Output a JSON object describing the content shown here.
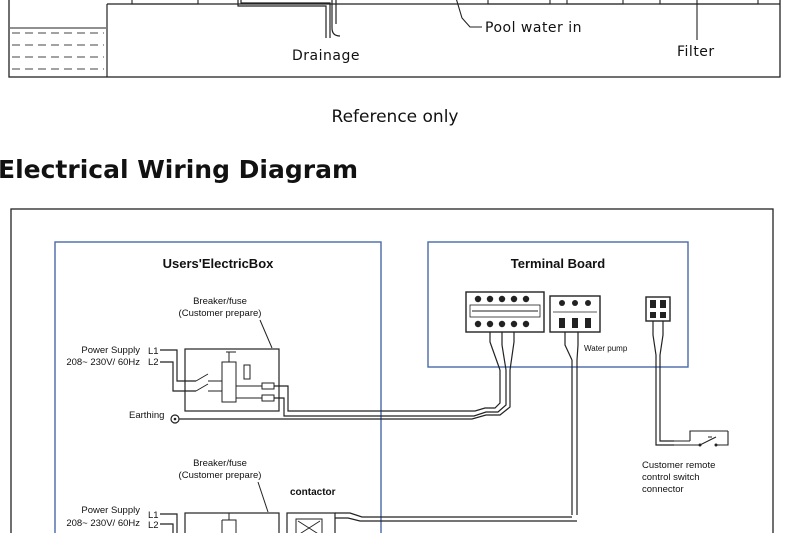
{
  "pool_section": {
    "labels": {
      "drainage": "Drainage",
      "pool_water_in": "Pool water in",
      "filter": "Filter"
    },
    "caption": "Reference only"
  },
  "wiring_section": {
    "heading": "Electrical Wiring Diagram",
    "users_box": {
      "title": "Users'ElectricBox",
      "breaker_1": {
        "line1": "Breaker/fuse",
        "line2": "(Customer prepare)"
      },
      "power_supply_1": {
        "line1": "Power Supply",
        "line2": "208~ 230V/ 60Hz"
      },
      "l1": "L1",
      "l2": "L2",
      "earthing": "Earthing",
      "breaker_2": {
        "line1": "Breaker/fuse",
        "line2": "(Customer prepare)"
      },
      "contactor": "contactor",
      "power_supply_2": {
        "line1": "Power Supply",
        "line2": "208~ 230V/ 60Hz"
      },
      "l1_b": "L1",
      "l2_b": "L2"
    },
    "terminal_board": {
      "title": "Terminal Board",
      "water_pump": "Water pump"
    },
    "remote": {
      "line1": "Customer remote",
      "line2": "control switch",
      "line3": "connector"
    }
  },
  "colors": {
    "box_border": "#4a6aa8",
    "line": "#222222"
  }
}
